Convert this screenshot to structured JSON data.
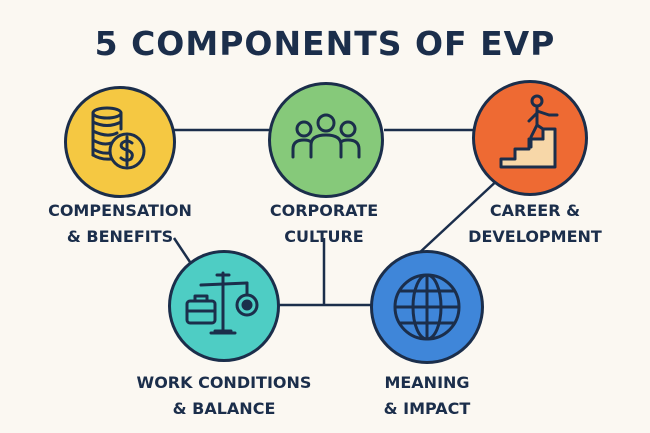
{
  "title": "5 COMPONENTS OF EVP",
  "colors": {
    "ink": "#1b2e4b",
    "yellow": "#f5c842",
    "green": "#86c97a",
    "orange": "#ee6a33",
    "teal": "#4ecdc4",
    "blue": "#3f86d9",
    "background": "#fbf8f2"
  },
  "components": [
    {
      "line1": "COMPENSATION",
      "line2": "& BENEFITS",
      "icon": "coins-dollar-icon"
    },
    {
      "line1": "CORPORATE",
      "line2": "CULTURE",
      "icon": "people-group-icon"
    },
    {
      "line1": "CAREER &",
      "line2": "DEVELOPMENT",
      "icon": "stairs-climber-icon"
    },
    {
      "line1": "WORK CONDITIONS",
      "line2": "& BALANCE",
      "icon": "briefcase-scale-icon"
    },
    {
      "line1": "MEANING",
      "line2": "& IMPACT",
      "icon": "globe-icon"
    }
  ]
}
